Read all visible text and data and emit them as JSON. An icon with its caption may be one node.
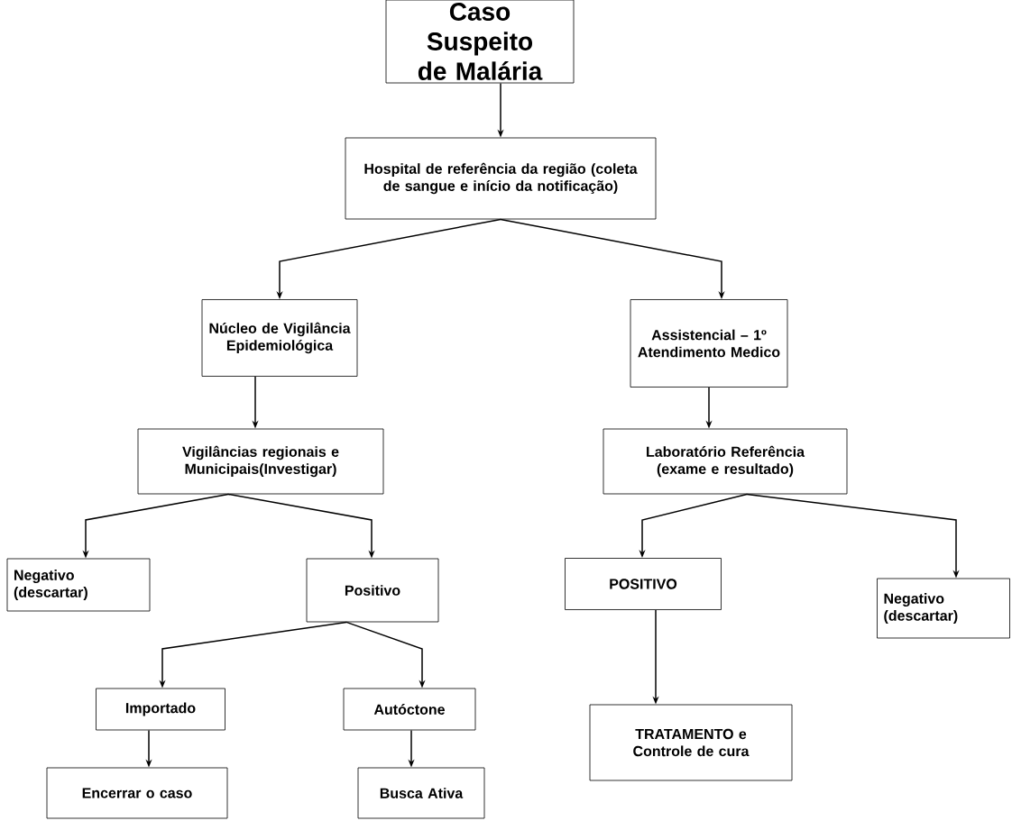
{
  "diagram": {
    "nodes": [
      {
        "text": [
          "Caso Suspeito de Malária"
        ]
      },
      {
        "text": [
          "Hospital de referência da região (coleta de sangue e início da notificação)"
        ]
      },
      {
        "text": [
          "Núcleo de Vigilância Epidemiológica"
        ]
      },
      {
        "text": [
          "Assistencial – 1º Atendimento Medico"
        ]
      },
      {
        "text": [
          "Vigilâncias regionais e Municipais(Investigar)"
        ]
      },
      {
        "text": [
          "Laboratório Referência (exame e resultado)"
        ]
      },
      {
        "text": [
          "Negativo (descartar)"
        ]
      },
      {
        "text": [
          "Positivo"
        ]
      },
      {
        "text": [
          "POSITIVO"
        ]
      },
      {
        "text": [
          "Negativo (descartar)"
        ]
      },
      {
        "text": [
          "Importado"
        ]
      },
      {
        "text": [
          "Autóctone"
        ]
      },
      {
        "text": [
          "TRATAMENTO e Controle de cura"
        ]
      },
      {
        "text": [
          "Encerrar o caso"
        ]
      },
      {
        "text": [
          "Busca Ativa"
        ]
      }
    ],
    "edges": [
      {
        "from": 0,
        "to": 1,
        "arrow": "to"
      },
      {
        "from": 1,
        "to": 2,
        "arrow": "to"
      },
      {
        "from": 1,
        "to": 3,
        "arrow": "to"
      },
      {
        "from": 2,
        "to": 4,
        "arrow": "to"
      },
      {
        "from": 3,
        "to": 5,
        "arrow": "to"
      },
      {
        "from": 4,
        "to": 6,
        "arrow": "to"
      },
      {
        "from": 4,
        "to": 7,
        "arrow": "to"
      },
      {
        "from": 5,
        "to": 8,
        "arrow": "to"
      },
      {
        "from": 5,
        "to": 9,
        "arrow": "to"
      },
      {
        "from": 7,
        "to": 10,
        "arrow": "to"
      },
      {
        "from": 7,
        "to": 11,
        "arrow": "to"
      },
      {
        "from": 8,
        "to": 12,
        "arrow": "to"
      },
      {
        "from": 10,
        "to": 13,
        "arrow": "to"
      },
      {
        "from": 11,
        "to": 14,
        "arrow": "to"
      }
    ]
  }
}
